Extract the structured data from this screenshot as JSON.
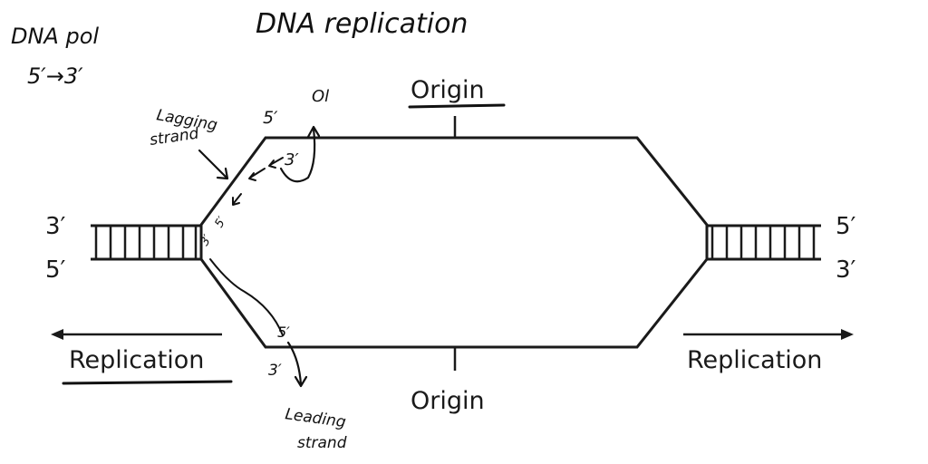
{
  "handwritten": {
    "title": "DNA replication",
    "enzyme_line1": "DNA pol",
    "enzyme_line2": "5′→3′",
    "lagging_label_1": "Lagging",
    "lagging_label_2": "strand",
    "leading_label_1": "Leading",
    "leading_label_2": "strand",
    "top_5prime": "5′",
    "top_ok": "Ol",
    "top_3prime": "3′",
    "fragment_3prime": "3′",
    "fragment_5prime": "5′",
    "leading_5prime": "5′",
    "leading_3prime": "3′"
  },
  "diagram": {
    "origin_top": "Origin",
    "origin_bottom": "Origin",
    "left_top_end": "3′",
    "left_bottom_end": "5′",
    "right_top_end": "5′",
    "right_bottom_end": "3′",
    "replication_left": "Replication",
    "replication_right": "Replication"
  },
  "colors": {
    "ink": "#111111",
    "print": "#1a1a1a",
    "background": "#ffffff"
  }
}
